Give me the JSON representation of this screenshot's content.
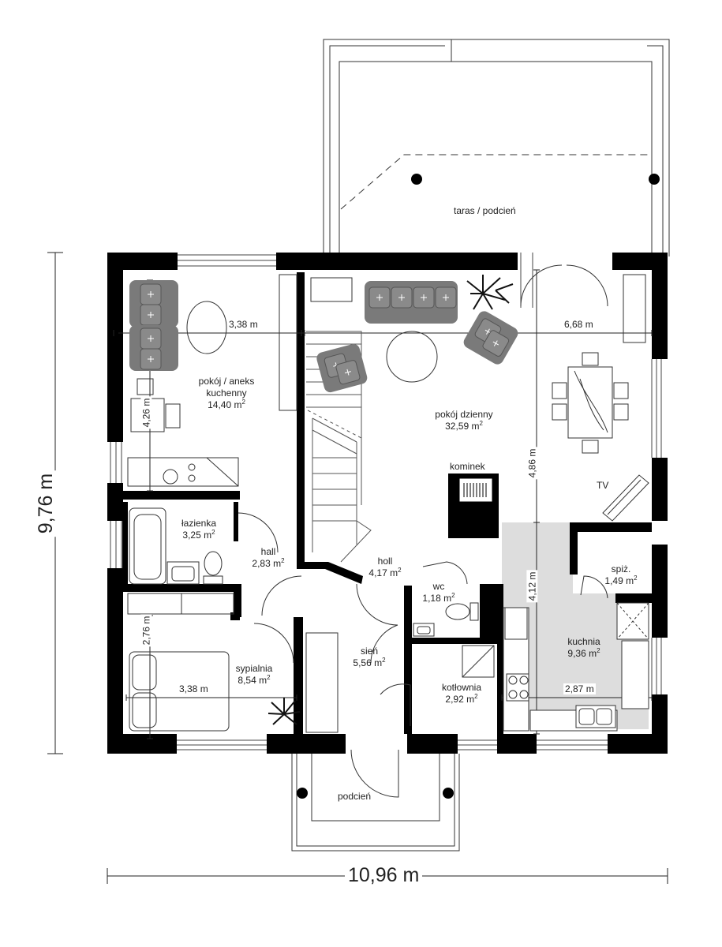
{
  "rooms": {
    "taras": {
      "name": "taras / podcień"
    },
    "pokoj_aneks": {
      "name_line1": "pokój / aneks",
      "name_line2": "kuchenny",
      "area_value": "14,40 m",
      "area_sup": "2"
    },
    "pokoj_dzienny": {
      "name": "pokój dzienny",
      "area_value": "32,59 m",
      "area_sup": "2"
    },
    "kominek": {
      "name": "kominek"
    },
    "tv": {
      "name": "TV"
    },
    "lazienka": {
      "name": "łazienka",
      "area_value": "3,25 m",
      "area_sup": "2"
    },
    "hall": {
      "name": "hall",
      "area_value": "2,83 m",
      "area_sup": "2"
    },
    "holl": {
      "name": "holl",
      "area_value": "4,17 m",
      "area_sup": "2"
    },
    "wc": {
      "name": "wc",
      "area_value": "1,18 m",
      "area_sup": "2"
    },
    "spiz": {
      "name": "spiż.",
      "area_value": "1,49 m",
      "area_sup": "2"
    },
    "kuchnia": {
      "name": "kuchnia",
      "area_value": "9,36 m",
      "area_sup": "2"
    },
    "sypialnia": {
      "name": "sypialnia",
      "area_value": "8,54 m",
      "area_sup": "2"
    },
    "sien": {
      "name": "sień",
      "area_value": "5,56 m",
      "area_sup": "2"
    },
    "kotlownia": {
      "name": "kotłownia",
      "area_value": "2,92 m",
      "area_sup": "2"
    },
    "podcien": {
      "name": "podcień"
    }
  },
  "dimensions": {
    "aneks_width": "3,38 m",
    "aneks_depth": "4,26 m",
    "living_width": "6,68 m",
    "living_depth": "4,86 m",
    "kitchen_depth": "4,12 m",
    "kitchen_width": "2,87 m",
    "bedroom_width": "3,38 m",
    "bedroom_depth": "2,76 m",
    "total_width": "10,96 m",
    "total_depth": "9,76 m"
  },
  "colors": {
    "wall": "#000000",
    "kitchen_floor": "#dddddd",
    "furniture": "#888888"
  }
}
